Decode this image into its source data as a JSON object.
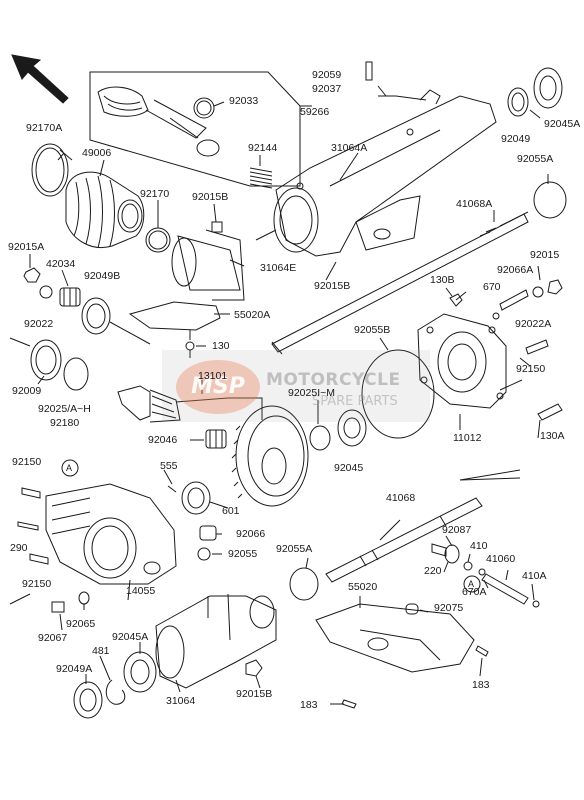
{
  "watermark": {
    "logo": "MSP",
    "line1": "MOTORCYCLE",
    "line2": "SPARE PARTS"
  },
  "labels": {
    "p92059": "92059",
    "p92037": "92037",
    "p92033": "92033",
    "p59266": "59266",
    "p92170A": "92170A",
    "p49006": "49006",
    "p92144": "92144",
    "p31064A": "31064A",
    "p92049": "92049",
    "p92045A_top": "92045A",
    "p92055A_top": "92055A",
    "p92170": "92170",
    "p92015B_top": "92015B",
    "p41068A": "41068A",
    "p92015A": "92015A",
    "p42034": "42034",
    "p92049B": "92049B",
    "p31064E": "31064E",
    "p92015B_mid": "92015B",
    "p130B": "130B",
    "p92066A": "92066A",
    "p92015": "92015",
    "p670": "670",
    "p92022A": "92022A",
    "p92022": "92022",
    "p55020A": "55020A",
    "p92055B": "92055B",
    "p130": "130",
    "p92009": "92009",
    "p13101": "13101",
    "p92150_right": "92150",
    "p92025AH": "92025/A~H",
    "p92180": "92180",
    "p92025IM": "92025I~M",
    "p11012": "11012",
    "p130A": "130A",
    "p92046": "92046",
    "p92045": "92045",
    "p92150_a": "92150",
    "p555": "555",
    "p601": "601",
    "p41068": "41068",
    "p92066": "92066",
    "p92087": "92087",
    "p290": "290",
    "p92055": "92055",
    "p410": "410",
    "p220": "220",
    "p41060": "41060",
    "p92055A_bot": "92055A",
    "p92150_b": "92150",
    "p670A": "670A",
    "p410A": "410A",
    "p14055": "14055",
    "p55020": "55020",
    "p92075": "92075",
    "p92067": "92067",
    "p92065": "92065",
    "p92045A_bot": "92045A",
    "p481": "481",
    "p92049A": "92049A",
    "p31064": "31064",
    "p92015B_bot": "92015B",
    "p183_r": "183",
    "p183_b": "183",
    "callout_a1": "A",
    "callout_a2": "A"
  }
}
